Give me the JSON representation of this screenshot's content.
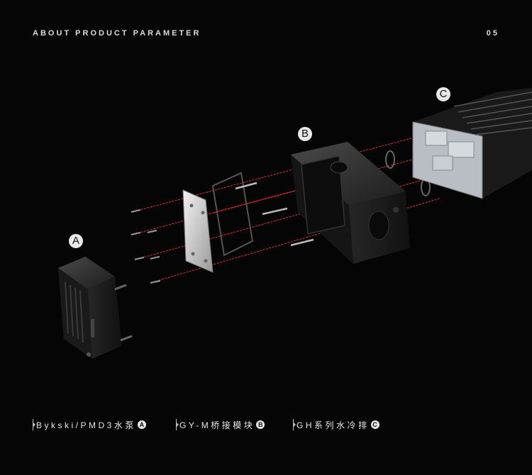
{
  "header": {
    "title": "ABOUT PRODUCT PARAMETER",
    "page": "05"
  },
  "parts": {
    "a_label": "A",
    "b_label": "B",
    "c_label": "C"
  },
  "captions": [
    {
      "text": "Bykski/PMD3水泵",
      "badge": "A"
    },
    {
      "text": "GY-M桥接模块",
      "badge": "B"
    },
    {
      "text": "GH系列水冷排",
      "badge": "C"
    }
  ],
  "colors": {
    "background": "#050505",
    "guide_line": "#c0282a",
    "metal": "#2a2a2a"
  }
}
